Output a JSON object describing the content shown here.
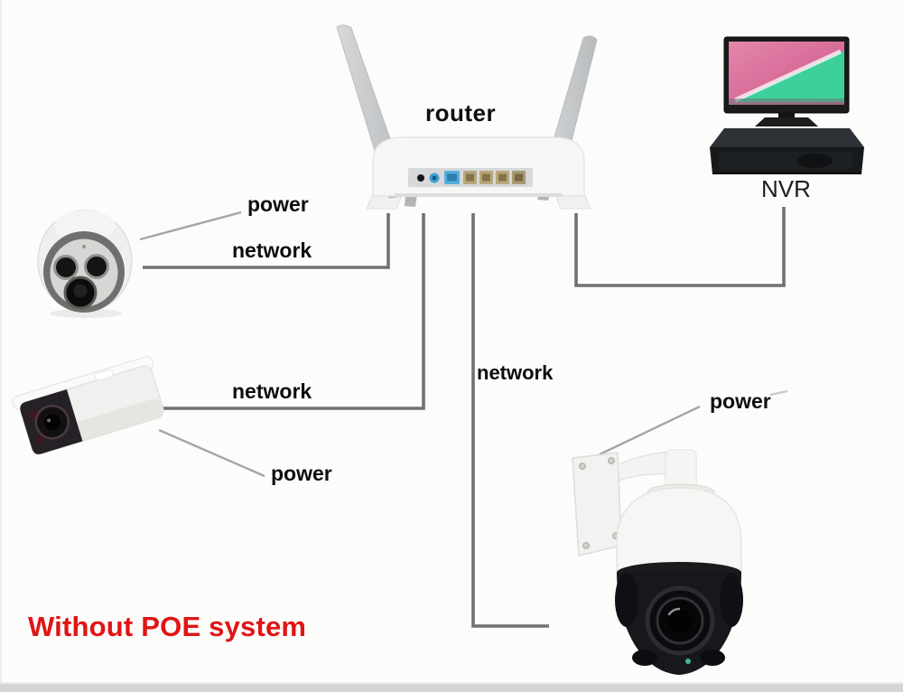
{
  "title": {
    "text": "Without POE system",
    "color": "#e01414"
  },
  "labels": {
    "router": "router",
    "nvr": "NVR",
    "dome_power": "power",
    "dome_network": "network",
    "bullet_network": "network",
    "bullet_power": "power",
    "ptz_network": "network",
    "ptz_power": "power"
  },
  "devices": [
    {
      "name": "router",
      "label": "router"
    },
    {
      "name": "monitor-with-nvr",
      "label": "NVR"
    },
    {
      "name": "dome-camera"
    },
    {
      "name": "bullet-camera"
    },
    {
      "name": "ptz-speed-dome-camera"
    }
  ],
  "connections": [
    {
      "device": "dome-camera",
      "cable": "network",
      "connects_to": "router"
    },
    {
      "device": "dome-camera",
      "cable": "power"
    },
    {
      "device": "bullet-camera",
      "cable": "network",
      "connects_to": "router"
    },
    {
      "device": "bullet-camera",
      "cable": "power"
    },
    {
      "device": "ptz-speed-dome-camera",
      "cable": "network",
      "connects_to": "router"
    },
    {
      "device": "ptz-speed-dome-camera",
      "cable": "power"
    },
    {
      "device": "nvr",
      "cable": "network",
      "connects_to": "router"
    }
  ],
  "colors": {
    "background": "#fcfcfb",
    "network_line": "#717171",
    "power_line": "#a5a5a5",
    "label_text": "#0e0e0e",
    "title_red": "#e01414",
    "monitor_screen_pink": "#dd6f9e",
    "monitor_screen_green": "#3ecf9b",
    "router_wan_port_blue": "#55aedd",
    "router_lan_port_tan": "#b6a77c"
  }
}
